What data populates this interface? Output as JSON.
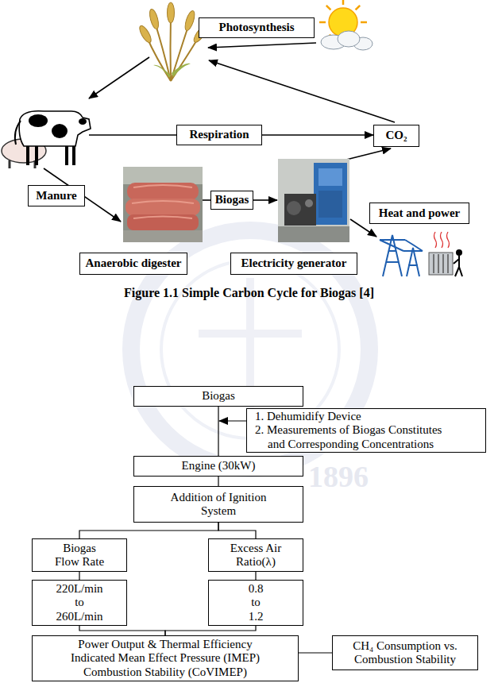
{
  "diagram": {
    "caption": "Figure 1.1 Simple Carbon Cycle for Biogas [4]",
    "nodes": [
      {
        "text": [
          "Photosynthesis"
        ]
      },
      {
        "text": [
          "Respiration"
        ]
      },
      {
        "text": [
          "CO₂"
        ]
      },
      {
        "text": [
          "Manure"
        ]
      },
      {
        "text": [
          "Biogas"
        ]
      },
      {
        "text": [
          "Heat and power"
        ]
      },
      {
        "text": [
          "Anaerobic digester"
        ]
      },
      {
        "text": [
          "Electricity generator"
        ]
      },
      {
        "text": [
          "Biogas"
        ]
      },
      {
        "text": [
          "1. Dehumidify Device",
          "2. Measurements of Biogas Constitutes and Corresponding Concentrations"
        ]
      },
      {
        "text": [
          "Engine (30kW)"
        ]
      },
      {
        "text": [
          "Addition of Ignition System"
        ]
      },
      {
        "text": [
          "Biogas Flow Rate"
        ]
      },
      {
        "text": [
          "Excess Air Ratio(λ)"
        ]
      },
      {
        "text": [
          "220L/min to 260L/min"
        ]
      },
      {
        "text": [
          "0.8 to 1.2"
        ]
      },
      {
        "text": [
          "Power Output & Thermal Efficiency",
          "Indicated Mean Effect Pressure (IMEP)",
          "Combustion Stability (CoVIMEP)"
        ]
      },
      {
        "text": [
          "CH₄ Consumption vs. Combustion Stability"
        ]
      }
    ],
    "edges": [
      {
        "from": 1,
        "to": 2,
        "arrow": "to"
      },
      {
        "from": 8,
        "to": 10,
        "arrow": "none"
      },
      {
        "from": 10,
        "to": 11,
        "arrow": "none"
      },
      {
        "from": 11,
        "to": 12,
        "arrow": "none"
      },
      {
        "from": 11,
        "to": 13,
        "arrow": "none"
      },
      {
        "from": 12,
        "to": 14,
        "arrow": "none"
      },
      {
        "from": 13,
        "to": 15,
        "arrow": "none"
      },
      {
        "from": 14,
        "to": 16,
        "arrow": "none"
      },
      {
        "from": 15,
        "to": 16,
        "arrow": "none"
      },
      {
        "from": 16,
        "to": 17,
        "arrow": "none"
      }
    ],
    "labels": [
      "1896"
    ]
  }
}
